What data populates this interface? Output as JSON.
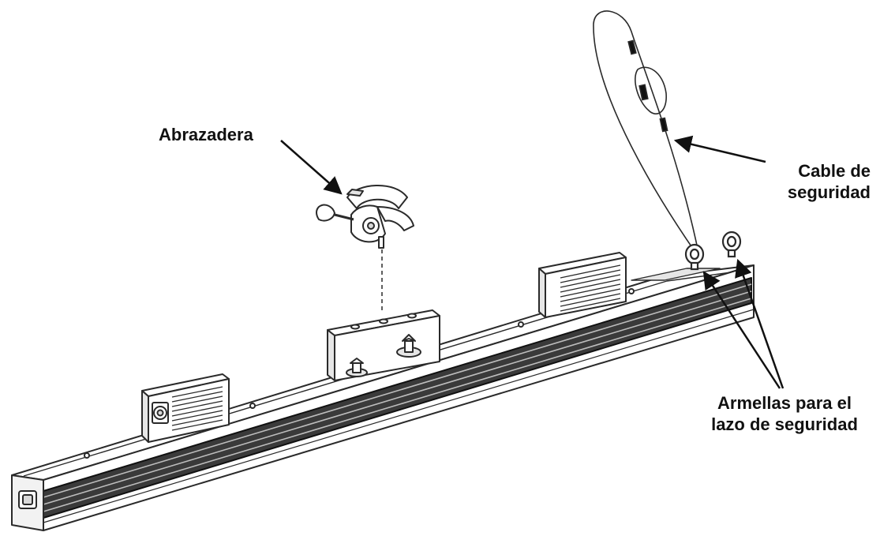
{
  "labels": {
    "clamp": "Abrazadera",
    "safety_cable_line1": "Cable de",
    "safety_cable_line2": "seguridad",
    "eyebolts_line1": "Armellas para el",
    "eyebolts_line2": "lazo de seguridad"
  },
  "colors": {
    "ink": "#111111",
    "line": "#2a2a2a",
    "groove": "#3a3a3a",
    "fill": "#ffffff",
    "shade": "#d9d9d9"
  },
  "icons": [
    "clamp-icon",
    "safety-cable-icon",
    "eyebolt-icon",
    "xlr-connector-icon",
    "heatsink-icon",
    "wing-nut-icon"
  ]
}
